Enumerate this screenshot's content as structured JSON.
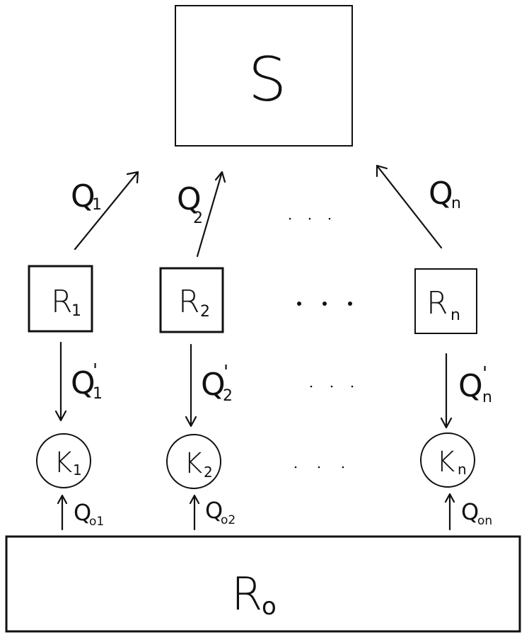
{
  "diagram": {
    "top_box": {
      "label": "S"
    },
    "bottom_box": {
      "label": "R",
      "sub": "o"
    },
    "flows_to_s": [
      {
        "label": "Q",
        "sub": "1"
      },
      {
        "label": "Q",
        "sub": "2"
      },
      {
        "label": "Q",
        "sub": "n"
      }
    ],
    "r_boxes": [
      {
        "label": "R",
        "sub": "1"
      },
      {
        "label": "R",
        "sub": "2"
      },
      {
        "label": "R",
        "sub": "n"
      }
    ],
    "flows_r_to_k": [
      {
        "label": "Q",
        "prime": "'",
        "sub": "1"
      },
      {
        "label": "Q",
        "prime": "'",
        "sub": "2"
      },
      {
        "label": "Q",
        "prime": "'",
        "sub": "n"
      }
    ],
    "k_nodes": [
      {
        "label": "K",
        "sub": "1"
      },
      {
        "label": "K",
        "sub": "2"
      },
      {
        "label": "K",
        "sub": "n"
      }
    ],
    "flows_r0_to_k": [
      {
        "label": "Q",
        "sub": "o1"
      },
      {
        "label": "Q",
        "sub": "o2"
      },
      {
        "label": "Q",
        "sub": "on"
      }
    ],
    "ellipsis": "· · ·"
  }
}
